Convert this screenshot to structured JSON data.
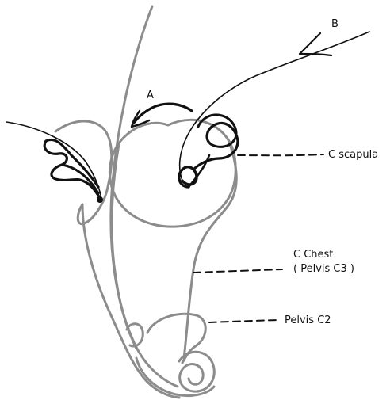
{
  "labels": {
    "a": "A",
    "b": "B",
    "scapula": "C scapula",
    "chest_line1": "C Chest",
    "chest_line2": "( Pelvis C3 )",
    "pelvis": "Pelvis C2"
  },
  "colors": {
    "ink": "#111111",
    "gray": "#8c8c8c",
    "background": "#ffffff"
  }
}
